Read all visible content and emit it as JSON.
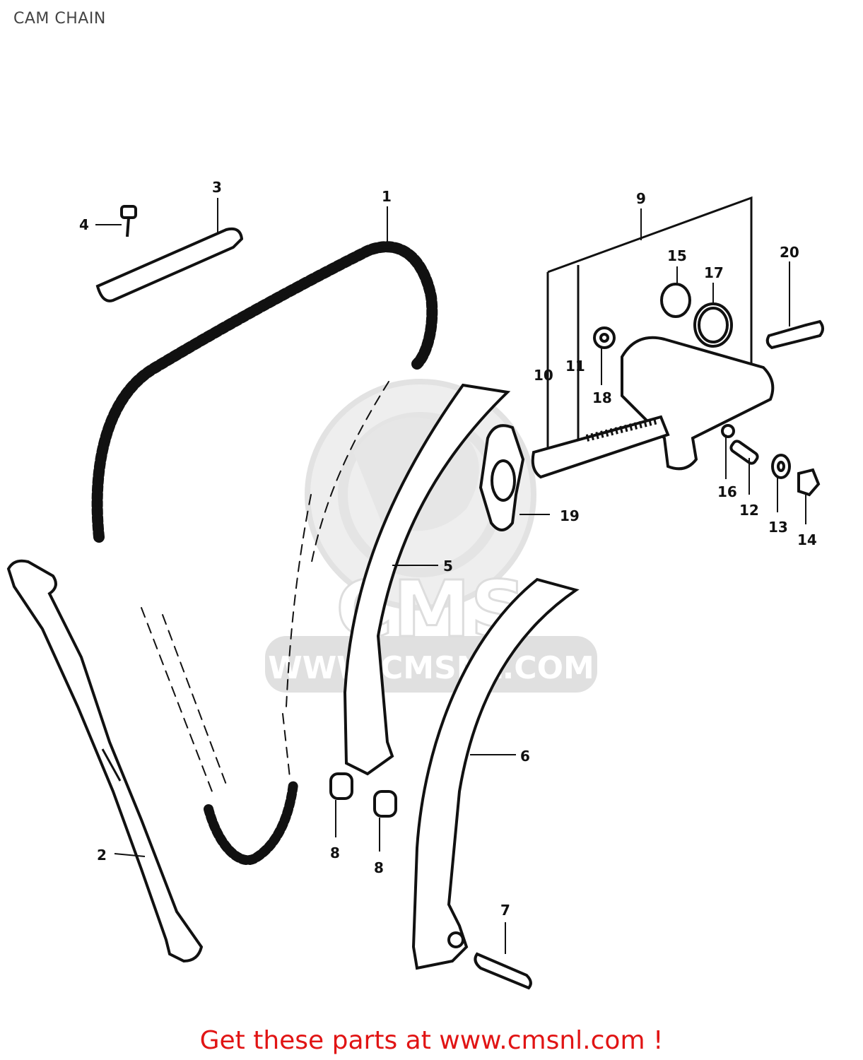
{
  "page": {
    "title": "CAM CHAIN"
  },
  "watermark": {
    "brand": "CMS",
    "url": "WWW.CMSNL.COM"
  },
  "callouts": [
    "1",
    "2",
    "3",
    "4",
    "5",
    "6",
    "7",
    "8",
    "8",
    "9",
    "10",
    "11",
    "12",
    "13",
    "14",
    "15",
    "16",
    "17",
    "18",
    "19",
    "20"
  ],
  "footer": {
    "text": "Get these parts at www.cmsnl.com !"
  },
  "colors": {
    "line": "#111111",
    "footer": "#e11414",
    "watermark": "#e6e6e6"
  }
}
